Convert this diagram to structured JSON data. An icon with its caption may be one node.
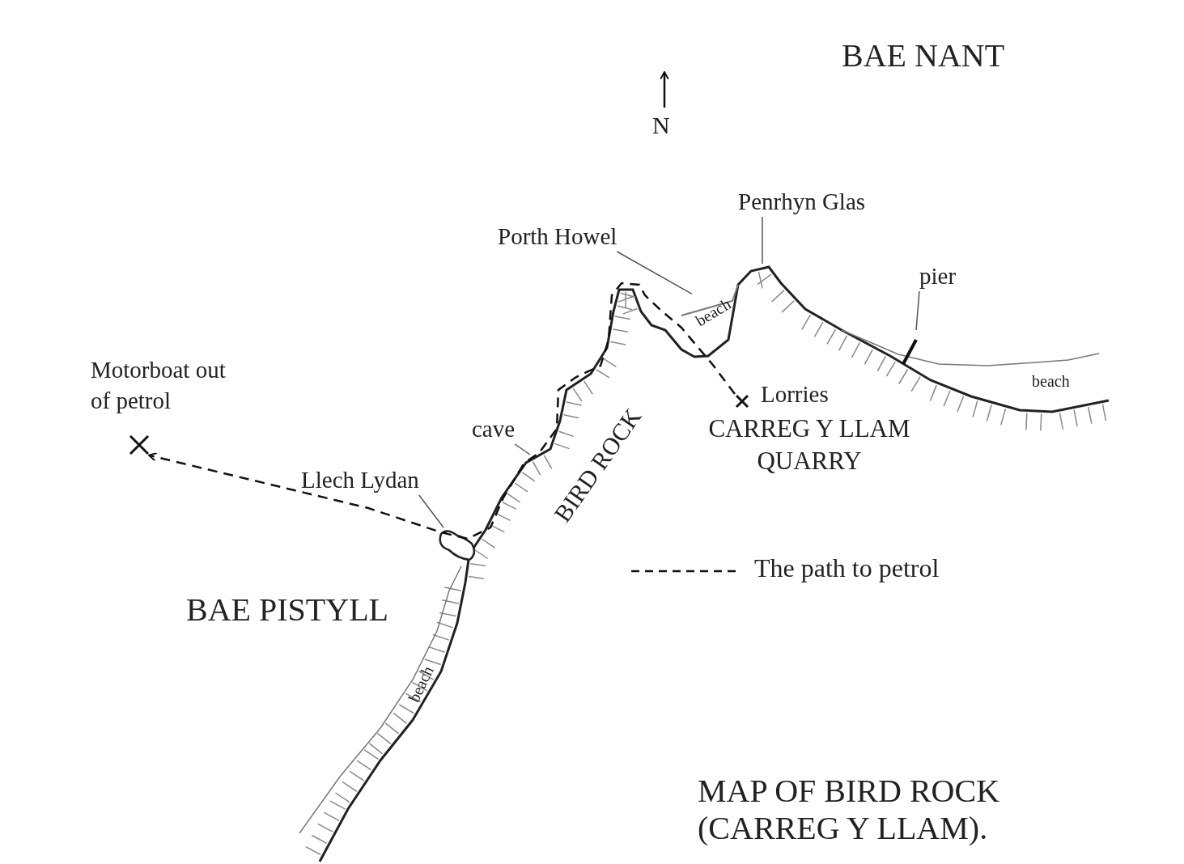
{
  "diagram": {
    "title": "MAP OF BIRD ROCK (CARREG Y LLAM).",
    "nodes": [
      {
        "text": [
          "Motorboat out of petrol"
        ]
      },
      {
        "text": [
          "Lorries"
        ]
      },
      {
        "text": [
          "Porth Howel"
        ]
      },
      {
        "text": [
          "Penrhyn Glas"
        ]
      },
      {
        "text": [
          "pier"
        ]
      },
      {
        "text": [
          "cave"
        ]
      },
      {
        "text": [
          "Llech Lydan"
        ]
      },
      {
        "text": [
          "beach"
        ]
      }
    ],
    "edges": [
      {
        "from": 1,
        "to": 0,
        "arrow": "to",
        "style": "dashed"
      },
      {
        "from": 2,
        "to": 7,
        "arrow": "none"
      },
      {
        "from": 3,
        "to": null,
        "arrow": "none"
      },
      {
        "from": 4,
        "to": null,
        "arrow": "none"
      },
      {
        "from": 5,
        "to": null,
        "arrow": "none"
      },
      {
        "from": 6,
        "to": null,
        "arrow": "none"
      }
    ],
    "labels": [
      "BAE NANT",
      "N",
      "beach",
      "BIRD ROCK",
      "CARREG Y LLAM QUARRY",
      "BAE PISTYLL",
      "beach"
    ],
    "legend": [
      {
        "text": "The path to petrol"
      }
    ]
  }
}
